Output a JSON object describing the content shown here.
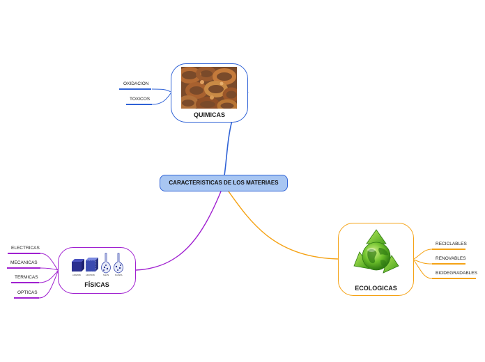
{
  "central": {
    "label": "CARACTERISTICAS DE LOS MATERIAES"
  },
  "branches": {
    "quimicas": {
      "label": "QUIMICAS",
      "color": "#2f62d6",
      "image": "rusty-chain-image",
      "leaves": [
        "OXIDACION",
        "TOXICOS"
      ]
    },
    "fisicas": {
      "label": "FÍSICAS",
      "color": "#a020d0",
      "image": "crystal-structures-image",
      "image_captions": [
        "ADAMON",
        "ADATRON",
        "SALES",
        "PLASMA"
      ],
      "leaves": [
        "ELECTRICAS",
        "MECANICAS",
        "TERMICAS",
        "OPTICAS"
      ]
    },
    "ecologicas": {
      "label": "ECOLOGICAS",
      "color": "#f5a214",
      "image": "recycle-globe-image",
      "leaves": [
        "RECICLABLES",
        "RENOVABLES",
        "BIODEGRADABLES"
      ]
    }
  }
}
